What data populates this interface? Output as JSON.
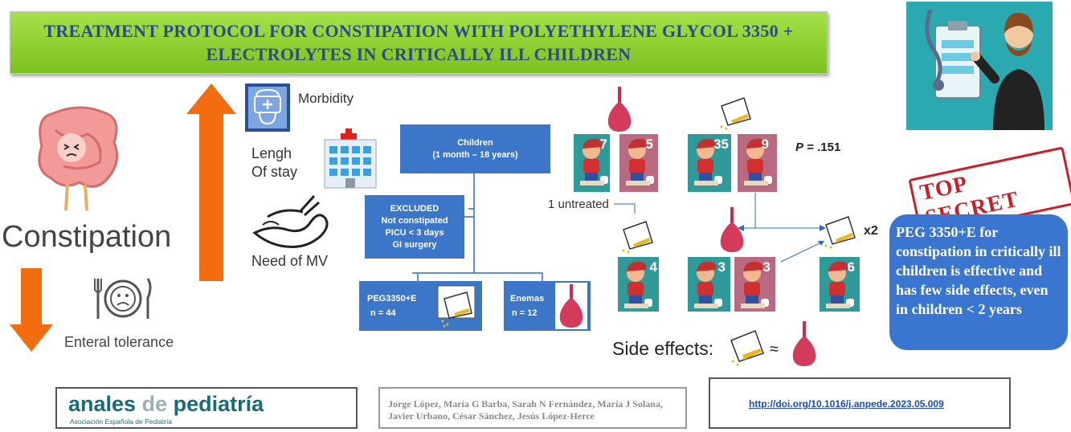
{
  "title": {
    "line1": "TREATMENT PROTOCOL FOR CONSTIPATION WITH POLYETHYLENE GLYCOL 3350 +",
    "line2": "ELECTROLYTES IN CRITICALLY ILL CHILDREN"
  },
  "left": {
    "constipation": "Constipation",
    "enteral_tolerance": "Enteral tolerance",
    "morbidity": "Morbidity",
    "length_of_stay_1": "Lengh",
    "length_of_stay_2": "Of stay",
    "need_of_mv": "Need of MV"
  },
  "flow": {
    "children_1": "Children",
    "children_2": "(1 month – 18 years)",
    "excluded_title": "EXCLUDED",
    "excluded_items": [
      "Not constipated",
      "PICU < 3 days",
      "GI surgery"
    ],
    "peg_1": "PEG3350+E",
    "peg_2": "n = 44",
    "enemas_1": "Enemas",
    "enemas_2": "n = 12"
  },
  "results": {
    "enema_top": [
      "7",
      "5"
    ],
    "peg_top": [
      "35",
      "9"
    ],
    "p_label": "P",
    "p_value": "=  .151",
    "untreated": "1 untreated",
    "row2": [
      "4",
      "3",
      "3",
      "6"
    ],
    "x2": "x2",
    "side_effects": "Side effects:",
    "approx": "≈"
  },
  "stamp": "TOP SECRET",
  "conclusion": "PEG 3350+E for constipation in critically ill children is effective and has few side effects, even in children < 2 years",
  "footer": {
    "journal": "anales de pediatría",
    "journal_word1": "anales",
    "journal_word2": "de",
    "journal_word3": "pediatría",
    "society": "Asociación Española de Pediatría",
    "authors_1": "Jorge López, María G Barba, Sarah N Fernández, María J Solana,",
    "authors_2": "Javier Urbano, César Sánchez, Jesús López-Herce",
    "doi": "http://doi.org/10.1016/j.anpede.2023.05.009"
  },
  "colors": {
    "title_green": "#8ed02f",
    "title_text": "#2d4a8a",
    "box_blue": "#3b76c9",
    "arrow_orange": "#f36c10",
    "card_teal": "#2f9a98",
    "card_rose": "#b86a80",
    "stamp_red": "#c8202a"
  }
}
